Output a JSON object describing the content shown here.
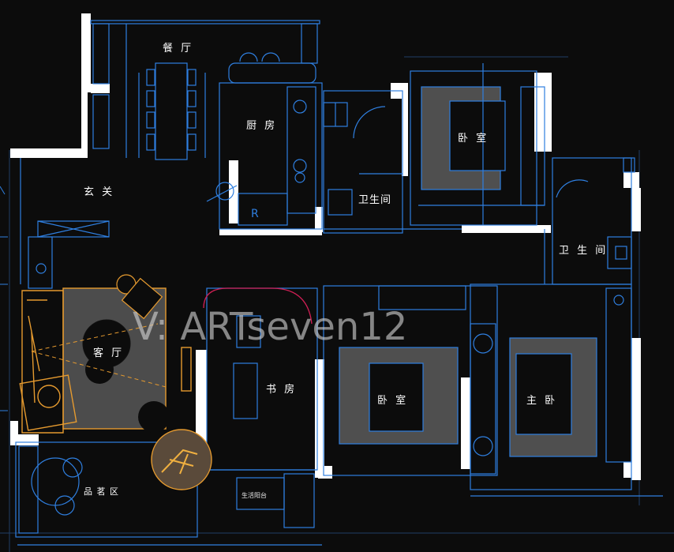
{
  "rooms": {
    "dining": "餐 厅",
    "kitchen": "厨 房",
    "entry": "玄 关",
    "bath1": "卫生间",
    "bedroom1": "卧 室",
    "bath2": "卫 生 间",
    "living": "客 厅",
    "study": "书 房",
    "bedroom2": "卧 室",
    "master": "主 卧",
    "tea": "品 茗 区",
    "balcony": "生活阳台"
  },
  "watermark": "V: ARTseven12",
  "colors": {
    "line": "#2f7fe0",
    "wall": "#ffffff",
    "furniture": "#4f4f4f",
    "accent": "#e59a2f",
    "door": "#d11f55"
  }
}
